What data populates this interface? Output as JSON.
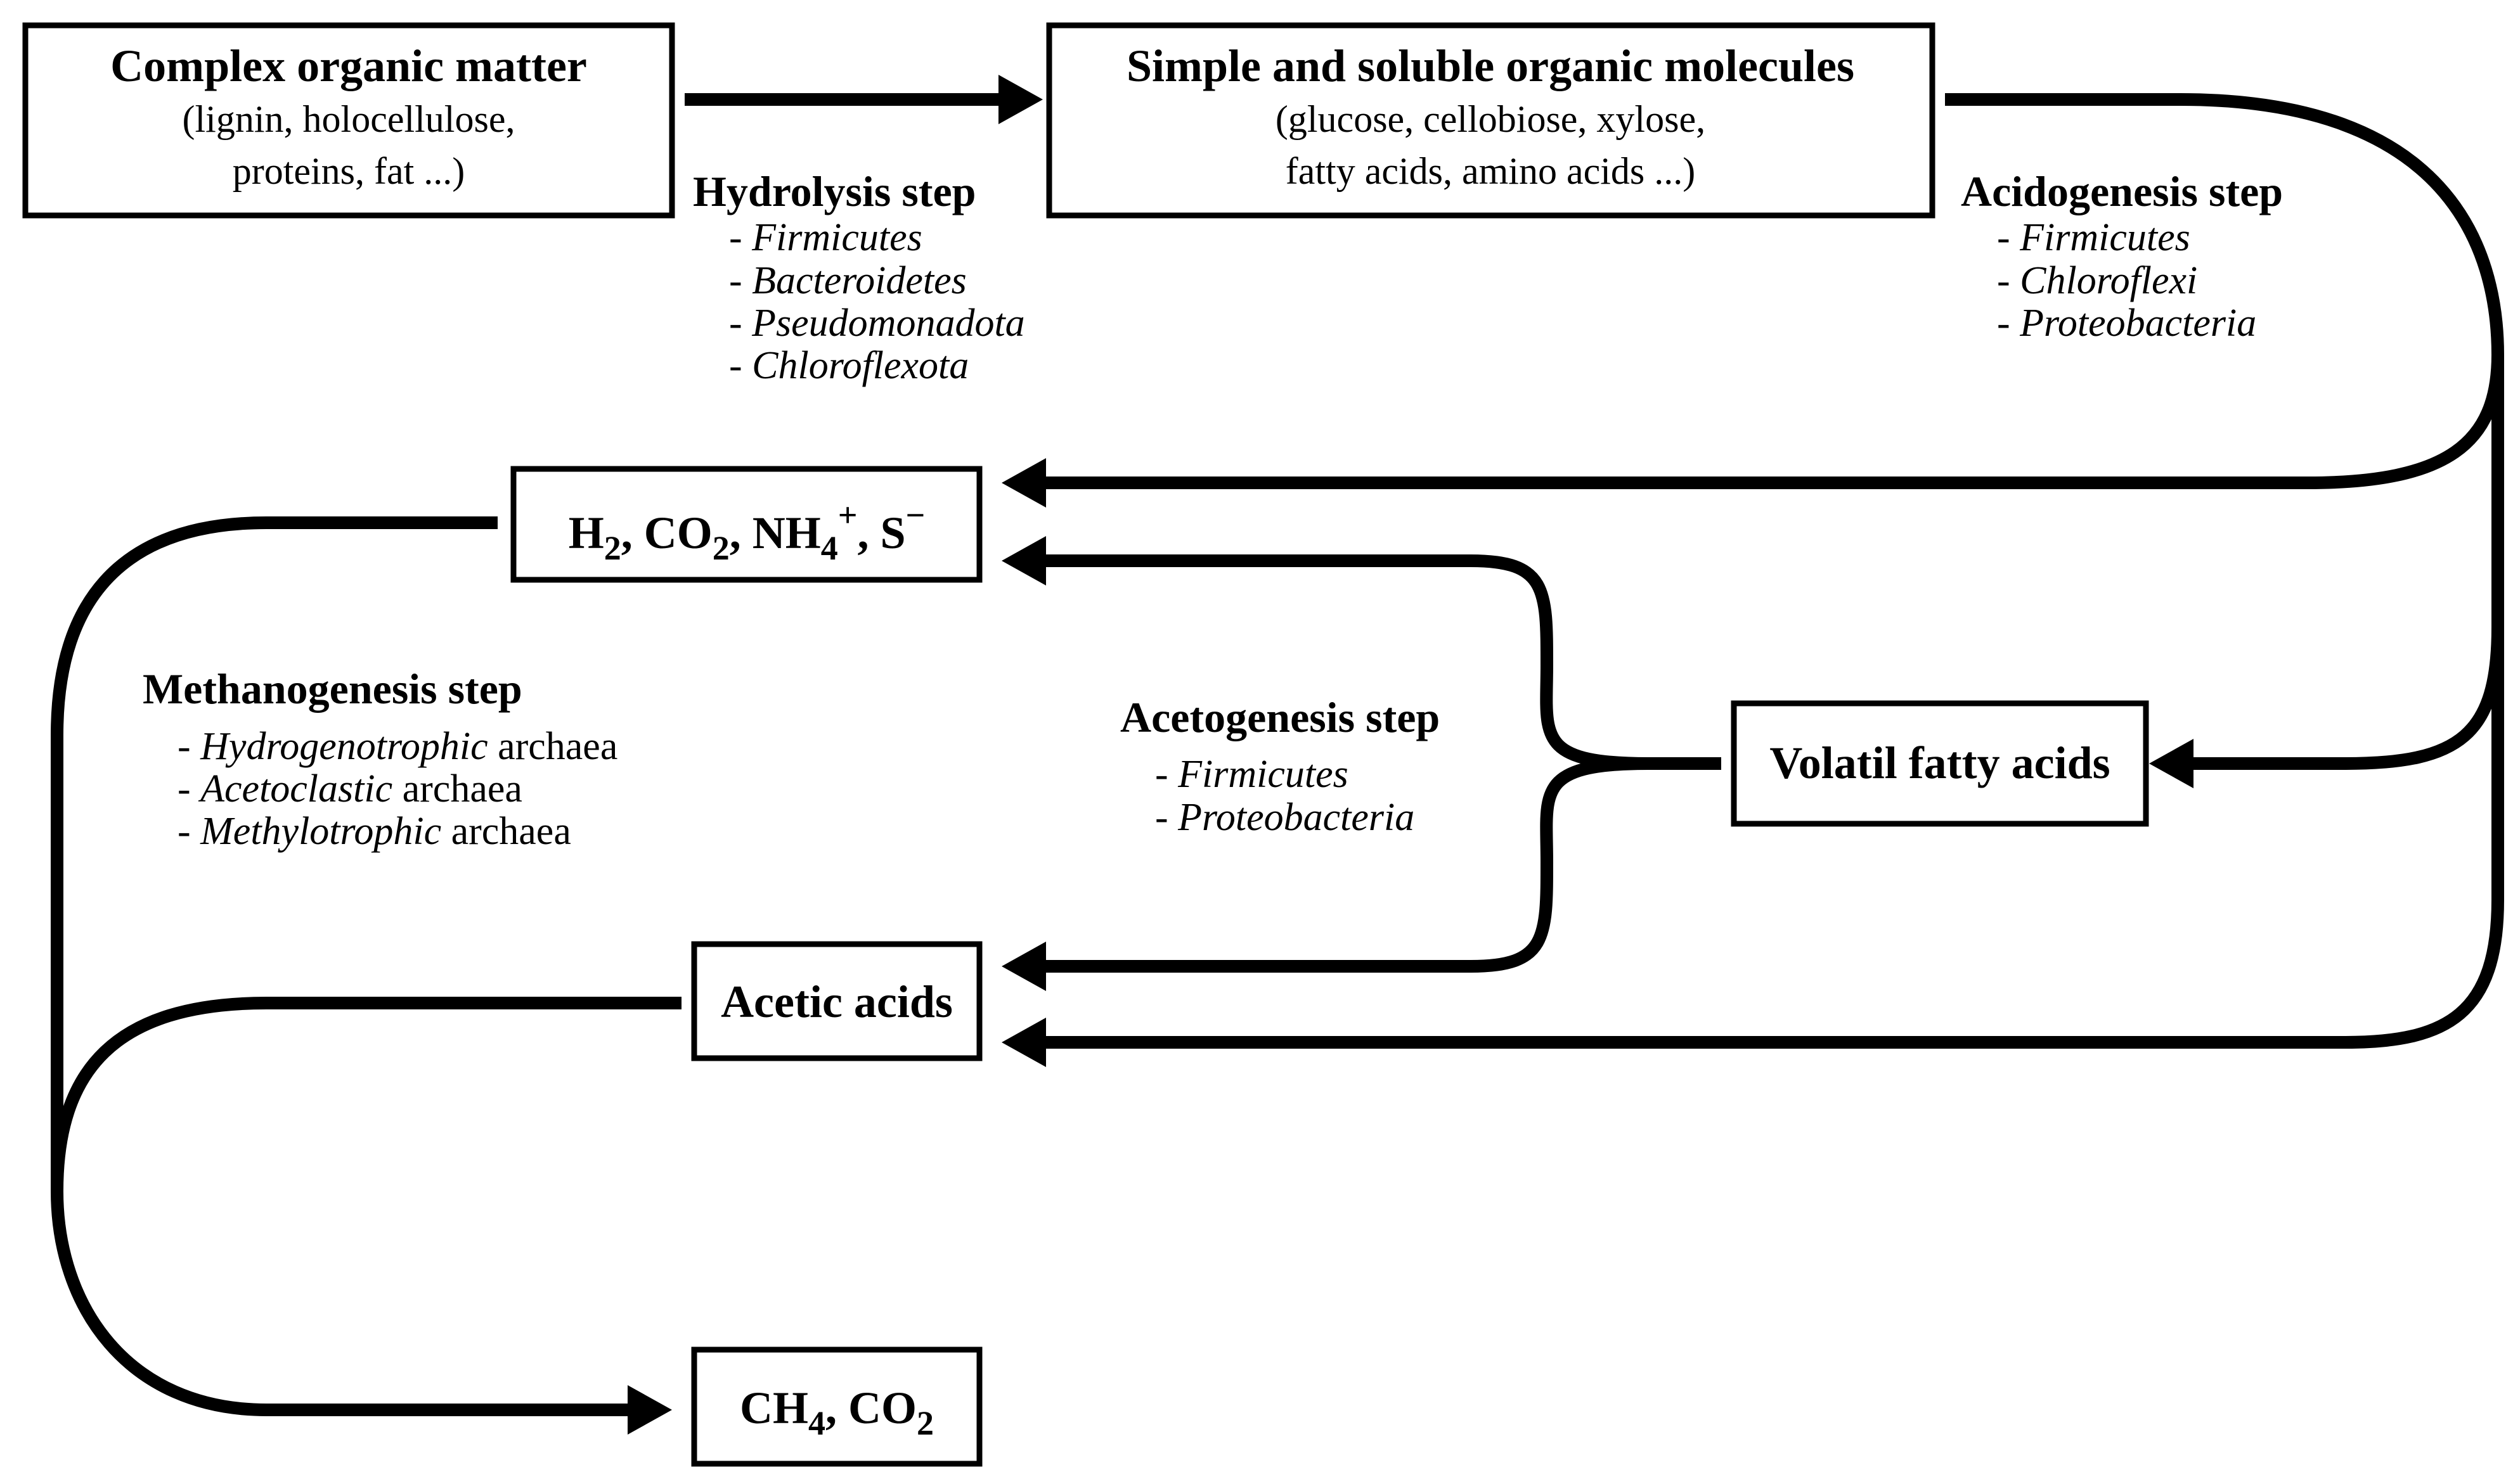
{
  "boxes": {
    "complex": {
      "title": "Complex organic matter",
      "line1": "(lignin, holocellulose,",
      "line2": "proteins, fat ...)"
    },
    "simple": {
      "title": "Simple and soluble organic molecules",
      "line1": "(glucose, cellobiose, xylose,",
      "line2": "fatty acids, amino acids ...)"
    },
    "gases": {
      "h": "H",
      "h_sub": "2",
      "co": ", CO",
      "co_sub": "2",
      "nh": ", NH",
      "nh_sub": "4",
      "nh_sup": "+",
      "s": ", S",
      "s_sup": "−"
    },
    "vfa": {
      "title": "Volatil fatty acids"
    },
    "acetic": {
      "title": "Acetic acids"
    },
    "final": {
      "ch": "CH",
      "ch_sub": "4",
      "co": ", CO",
      "co_sub": "2"
    }
  },
  "steps": {
    "hydrolysis": {
      "title": "Hydrolysis step",
      "organisms": [
        {
          "prefix": "- ",
          "name": "Firmicutes",
          "suffix": ""
        },
        {
          "prefix": "- ",
          "name": "Bacteroidetes",
          "suffix": ""
        },
        {
          "prefix": "- ",
          "name": "Pseudomonadota",
          "suffix": ""
        },
        {
          "prefix": "- ",
          "name": "Chloroflexota",
          "suffix": ""
        }
      ]
    },
    "acidogenesis": {
      "title": "Acidogenesis step",
      "organisms": [
        {
          "prefix": "- ",
          "name": "Firmicutes",
          "suffix": ""
        },
        {
          "prefix": "- ",
          "name": "Chloroflexi",
          "suffix": ""
        },
        {
          "prefix": "- ",
          "name": "Proteobacteria",
          "suffix": ""
        }
      ]
    },
    "acetogenesis": {
      "title": "Acetogenesis step",
      "organisms": [
        {
          "prefix": "- ",
          "name": "Firmicutes",
          "suffix": ""
        },
        {
          "prefix": "- ",
          "name": "Proteobacteria",
          "suffix": ""
        }
      ]
    },
    "methanogenesis": {
      "title": "Methanogenesis step",
      "organisms": [
        {
          "prefix": "- ",
          "name": "Hydrogenotrophic",
          "suffix": " archaea"
        },
        {
          "prefix": "- ",
          "name": "Acetoclastic",
          "suffix": " archaea"
        },
        {
          "prefix": "- ",
          "name": "Methylotrophic",
          "suffix": " archaea"
        }
      ]
    }
  }
}
